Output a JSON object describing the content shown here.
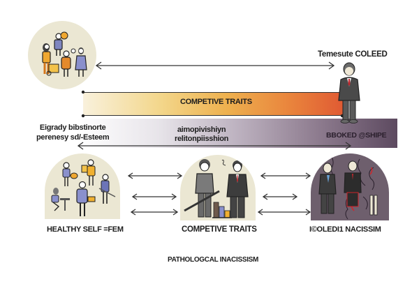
{
  "diagram": {
    "top_right_label": "Temesute COLEED",
    "orange_band_label": "COMPETIVE TRAITS",
    "left_middle_label": [
      "Eigrady bibstinorte",
      "perenesy sd/-Esteem"
    ],
    "center_middle_label": [
      "aimopivishiyn",
      "relitonpiisshion"
    ],
    "right_band_label": "BBOKED @SHIPE",
    "stages": [
      {
        "name": "healthy-self-esteem",
        "label": "HEALTHY SELF =FEM"
      },
      {
        "name": "competitive-traits",
        "label": "COMPETIVE TRAITS"
      },
      {
        "name": "isolated-narcissism",
        "label": "I©OLEDI1 NACISSIM"
      }
    ],
    "footer_label": "PATHOLOGCAL INACISSISM",
    "icons": {
      "top_group": "people-group-icon",
      "businessman": "businessman-icon",
      "stage1": "people-activities-icon",
      "stage2": "competitors-chart-icon",
      "stage3": "cracked-isolation-icon"
    },
    "colors": {
      "circle_bg": "#ebe7d3",
      "dark_circle_bg": "#6e5f6d",
      "orange_end": "#e05a33",
      "purple_end": "#5d4a60",
      "arrow": "#333333"
    }
  }
}
